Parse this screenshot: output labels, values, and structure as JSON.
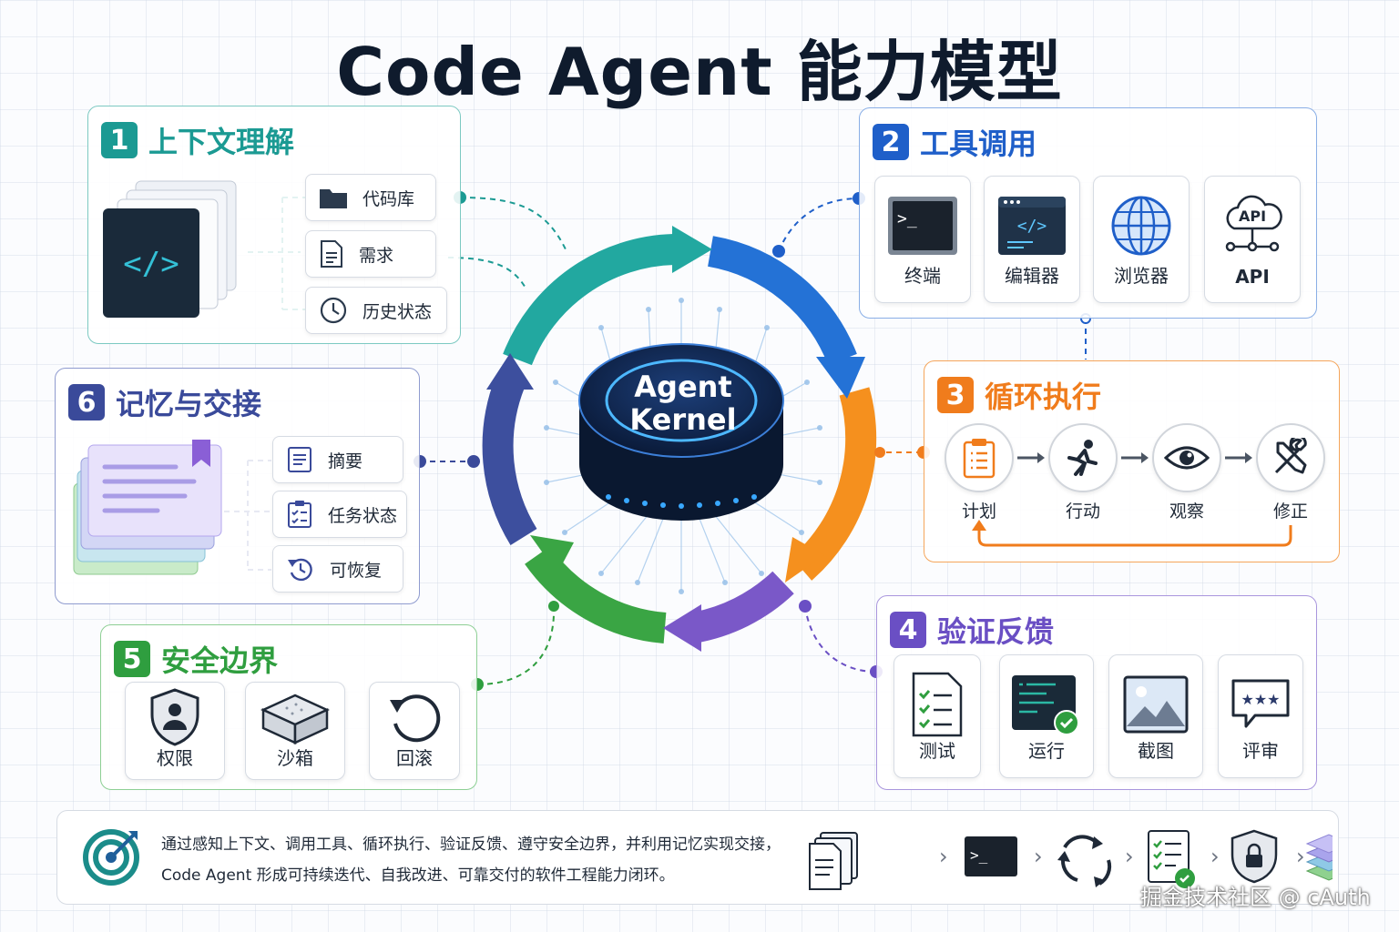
{
  "title": "Code Agent 能力模型",
  "kernel": {
    "line1": "Agent",
    "line2": "Kernel"
  },
  "panels": {
    "context": {
      "number": "1",
      "title": "上下文理解",
      "color": "#1b9a93",
      "items": [
        "代码库",
        "需求",
        "历史状态"
      ]
    },
    "tools": {
      "number": "2",
      "title": "工具调用",
      "color": "#1f5fc9",
      "items": [
        "终端",
        "编辑器",
        "浏览器",
        "API"
      ],
      "api_icon_text": "API"
    },
    "loop": {
      "number": "3",
      "title": "循环执行",
      "color": "#f07c1c",
      "steps": [
        "计划",
        "行动",
        "观察",
        "修正"
      ]
    },
    "verify": {
      "number": "4",
      "title": "验证反馈",
      "color": "#6a4fc4",
      "items": [
        "测试",
        "运行",
        "截图",
        "评审"
      ]
    },
    "safety": {
      "number": "5",
      "title": "安全边界",
      "color": "#2f9e3f",
      "items": [
        "权限",
        "沙箱",
        "回滚"
      ]
    },
    "memory": {
      "number": "6",
      "title": "记忆与交接",
      "color": "#3a4a9a",
      "items": [
        "摘要",
        "任务状态",
        "可恢复"
      ]
    }
  },
  "summary": {
    "line1": "通过感知上下文、调用工具、循环执行、验证反馈、遵守安全边界，并利用记忆实现交接，",
    "line2": "Code Agent 形成可持续迭代、自我改进、可靠交付的软件工程能力闭环。",
    "flow_icons": [
      "documents-icon",
      "terminal-icon",
      "cycle-icon",
      "checklist-icon",
      "lock-shield-icon",
      "layers-icon"
    ]
  },
  "watermark": "掘金技术社区 @ cAuth",
  "colors": {
    "teal": "#1b9a93",
    "blue": "#1f5fc9",
    "orange": "#f07c1c",
    "purple": "#6a4fc4",
    "green": "#2f9e3f",
    "indigo": "#3a4a9a"
  }
}
